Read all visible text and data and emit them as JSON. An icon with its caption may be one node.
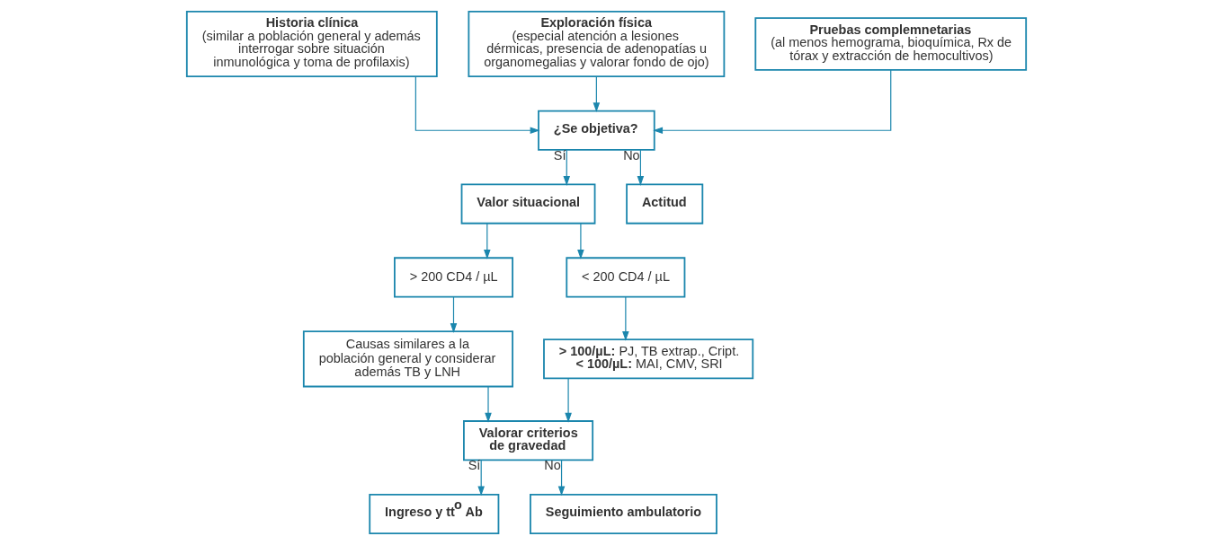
{
  "diagram": {
    "nodes": [
      {
        "text": [
          "Historia clínica",
          "(similar a población general y además interrogar sobre situación inmunológica y toma de profilaxis)"
        ]
      },
      {
        "text": [
          "Exploración física",
          "(especial atención a lesiones dérmicas, presencia de adenopatías u organomegalias y valorar fondo de ojo)"
        ]
      },
      {
        "text": [
          "Pruebas complemnetarias",
          "(al menos hemograma, bioquímica, Rx de tórax y extracción de hemocultivos)"
        ]
      },
      {
        "text": [
          "¿Se objetiva?"
        ]
      },
      {
        "text": [
          "Valor situacional"
        ]
      },
      {
        "text": [
          "Actitud"
        ]
      },
      {
        "text": [
          "> 200 CD4 / µL"
        ]
      },
      {
        "text": [
          "< 200 CD4 / µL"
        ]
      },
      {
        "text": [
          "Causas similares a la población general y considerar además TB y LNH"
        ]
      },
      {
        "text": [
          "**> 100/µL:** PJ, TB extrap., Cript.",
          "**< 100/µL:** MAI, CMV, SRI"
        ]
      },
      {
        "text": [
          "Valorar criterios de gravedad"
        ]
      },
      {
        "text": [
          "Ingreso y tt$^{o}$ Ab"
        ]
      },
      {
        "text": [
          "Seguimiento ambulatorio"
        ]
      }
    ],
    "edges": [
      {
        "from": 0,
        "to": 3,
        "arrow": "to"
      },
      {
        "from": 1,
        "to": 3,
        "arrow": "to"
      },
      {
        "from": 2,
        "to": 3,
        "arrow": "to"
      },
      {
        "from": 3,
        "to": 4,
        "label": "Sí",
        "arrow": "to"
      },
      {
        "from": 3,
        "to": 5,
        "label": "No",
        "arrow": "to"
      },
      {
        "from": 4,
        "to": 6,
        "arrow": "to"
      },
      {
        "from": 4,
        "to": 7,
        "arrow": "to"
      },
      {
        "from": 6,
        "to": 8,
        "arrow": "to"
      },
      {
        "from": 7,
        "to": 9,
        "arrow": "to"
      },
      {
        "from": 8,
        "to": 10,
        "arrow": "to"
      },
      {
        "from": 9,
        "to": 10,
        "arrow": "to"
      },
      {
        "from": 10,
        "to": 11,
        "label": "Sí",
        "arrow": "to"
      },
      {
        "from": 10,
        "to": 12,
        "label": "No",
        "arrow": "to"
      }
    ]
  }
}
